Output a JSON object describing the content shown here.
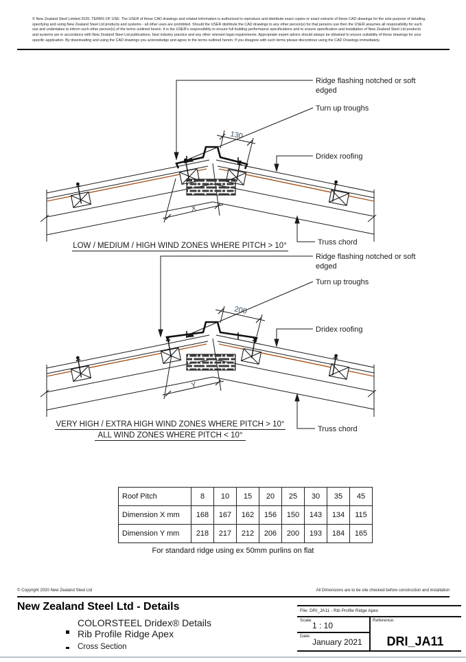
{
  "page": {
    "disclaimer_lines": [
      "© New Zealand Steel Limited 2020. TERMS OF USE: The USER of these CAD drawings and related information is authorized to reproduce and distribute exact copies or exact extracts of these CAD drawings for the sole purpose of detailing,",
      "specifying and using New Zealand Steel Ltd products and systems - all other uses are prohibited.  Should the USER distribute the CAD drawings to any other person(s) for that persons use then the USER assumes all responsibility for such",
      "use and undertakes to inform such other person(s) of the terms outlined herein.  It is the USER's responsibility to ensure full building performance specifications and to ensure specification and installation of New Zealand Steel Ltd products",
      "and systems are in accordance with New Zealand Steel Ltd publications, best industry practice and any other relevant legal requirements.  Appropriate expert advice should always be obtained to ensure suitability of these drawings for your",
      "specific application.  By downloading and using the CAD drawings you acknowledge and agree to the terms outlined herein.  If you disagree with such terms please discontinue using the CAD Drawings immediately."
    ]
  },
  "diagram1": {
    "labels": {
      "ridge_flashing": [
        "Ridge flashing notched or soft",
        "edged"
      ],
      "turn_up": "Turn up troughs",
      "roofing": "Dridex roofing",
      "truss": "Truss chord"
    },
    "dimension": "130",
    "dim_letter": "X",
    "caption": "LOW / MEDIUM / HIGH WIND ZONES WHERE PITCH > 10°"
  },
  "diagram2": {
    "labels": {
      "ridge_flashing": [
        "Ridge flashing notched or soft",
        "edged"
      ],
      "turn_up": "Turn up troughs",
      "roofing": "Dridex roofing",
      "truss": "Truss chord"
    },
    "dimension": "200",
    "dim_letter": "Y",
    "caption1": "VERY HIGH / EXTRA HIGH WIND ZONES WHERE PITCH > 10°",
    "caption2": "ALL WIND ZONES WHERE PITCH < 10°"
  },
  "dimensions_table": {
    "type": "table",
    "rows": [
      {
        "label": "Roof Pitch",
        "values": [
          "8",
          "10",
          "15",
          "20",
          "25",
          "30",
          "35",
          "45"
        ]
      },
      {
        "label": "Dimension X mm",
        "values": [
          "168",
          "167",
          "162",
          "156",
          "150",
          "143",
          "134",
          "115"
        ]
      },
      {
        "label": "Dimension Y mm",
        "values": [
          "218",
          "217",
          "212",
          "206",
          "200",
          "193",
          "184",
          "165"
        ]
      }
    ],
    "caption": "For standard ridge using ex 50mm purlins on flat"
  },
  "footer": {
    "copyright": "© Copyright 2020 New Zealand Steel Ltd",
    "site_check_note": "All Dimensions are to be site checked before construction and installation",
    "heading": "New Zealand Steel Ltd - Details",
    "product_title": "COLORSTEEL Dridex® Details",
    "drawing_title": "Rib Profile Ridge Apex",
    "view_title": "Cross Section"
  },
  "title_block": {
    "file_label": "File: DRI_JA11 - Rib Profile Ridge Apex",
    "scale_label": "Scale:",
    "scale_value": "1 : 10",
    "reference_label": "Reference:",
    "date_label": "Date:",
    "date_value": "January 2021",
    "drawing_number": "DRI_JA11"
  },
  "colors": {
    "underlay_orange": "#a8571e",
    "dimension_text": "#3b5166",
    "line": "#1a1a1a"
  }
}
